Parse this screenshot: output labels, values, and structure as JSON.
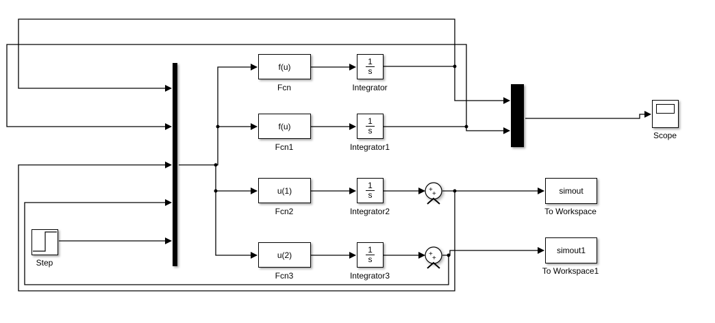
{
  "blocks": {
    "step": {
      "label": "Step"
    },
    "fcn": {
      "text": "f(u)",
      "label": "Fcn"
    },
    "fcn1": {
      "text": "f(u)",
      "label": "Fcn1"
    },
    "fcn2": {
      "text": "u(1)",
      "label": "Fcn2"
    },
    "fcn3": {
      "text": "u(2)",
      "label": "Fcn3"
    },
    "integrator": {
      "num": "1",
      "den": "s",
      "label": "Integrator"
    },
    "integrator1": {
      "num": "1",
      "den": "s",
      "label": "Integrator1"
    },
    "integrator2": {
      "num": "1",
      "den": "s",
      "label": "Integrator2"
    },
    "integrator3": {
      "num": "1",
      "den": "s",
      "label": "Integrator3"
    },
    "sum": {
      "signs": "++"
    },
    "sum1": {
      "signs": "++"
    },
    "scope": {
      "label": "Scope"
    },
    "to_workspace": {
      "text": "simout",
      "label": "To Workspace"
    },
    "to_workspace1": {
      "text": "simout1",
      "label": "To Workspace1"
    }
  }
}
